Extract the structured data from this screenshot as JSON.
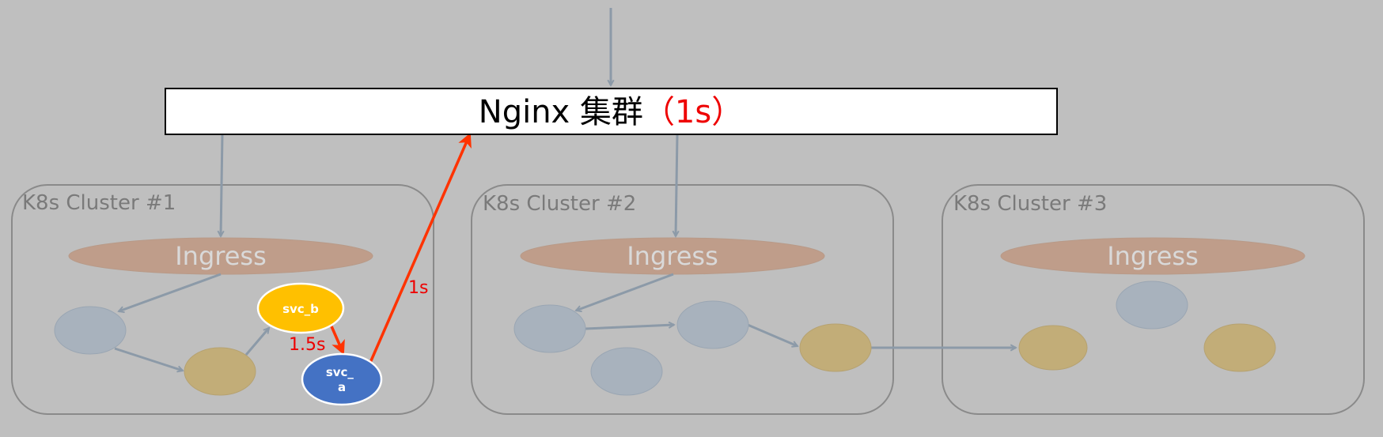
{
  "nginx": {
    "name": "Nginx 集群",
    "timing": "（1s）"
  },
  "clusters": [
    {
      "label": "K8s Cluster #1",
      "ingress": "Ingress"
    },
    {
      "label": "K8s Cluster #2",
      "ingress": "Ingress"
    },
    {
      "label": "K8s Cluster #3",
      "ingress": "Ingress"
    }
  ],
  "services": {
    "svc_b": {
      "label": "svc_b",
      "color": "#ffc000"
    },
    "svc_a": {
      "label_line1": "svc_",
      "label_line2": "a",
      "color": "#4472c4"
    }
  },
  "edges": {
    "svc_b_to_svc_a": "1.5s",
    "svc_a_to_nginx": "1s"
  },
  "colors": {
    "background": "#bfbfbf",
    "arrow_gray": "#8c9aa8",
    "arrow_red": "#ff3300",
    "ingress_fill": "#bf9d8a",
    "node_gray": "#a8b2bd",
    "node_gold": "#c2ad78"
  }
}
